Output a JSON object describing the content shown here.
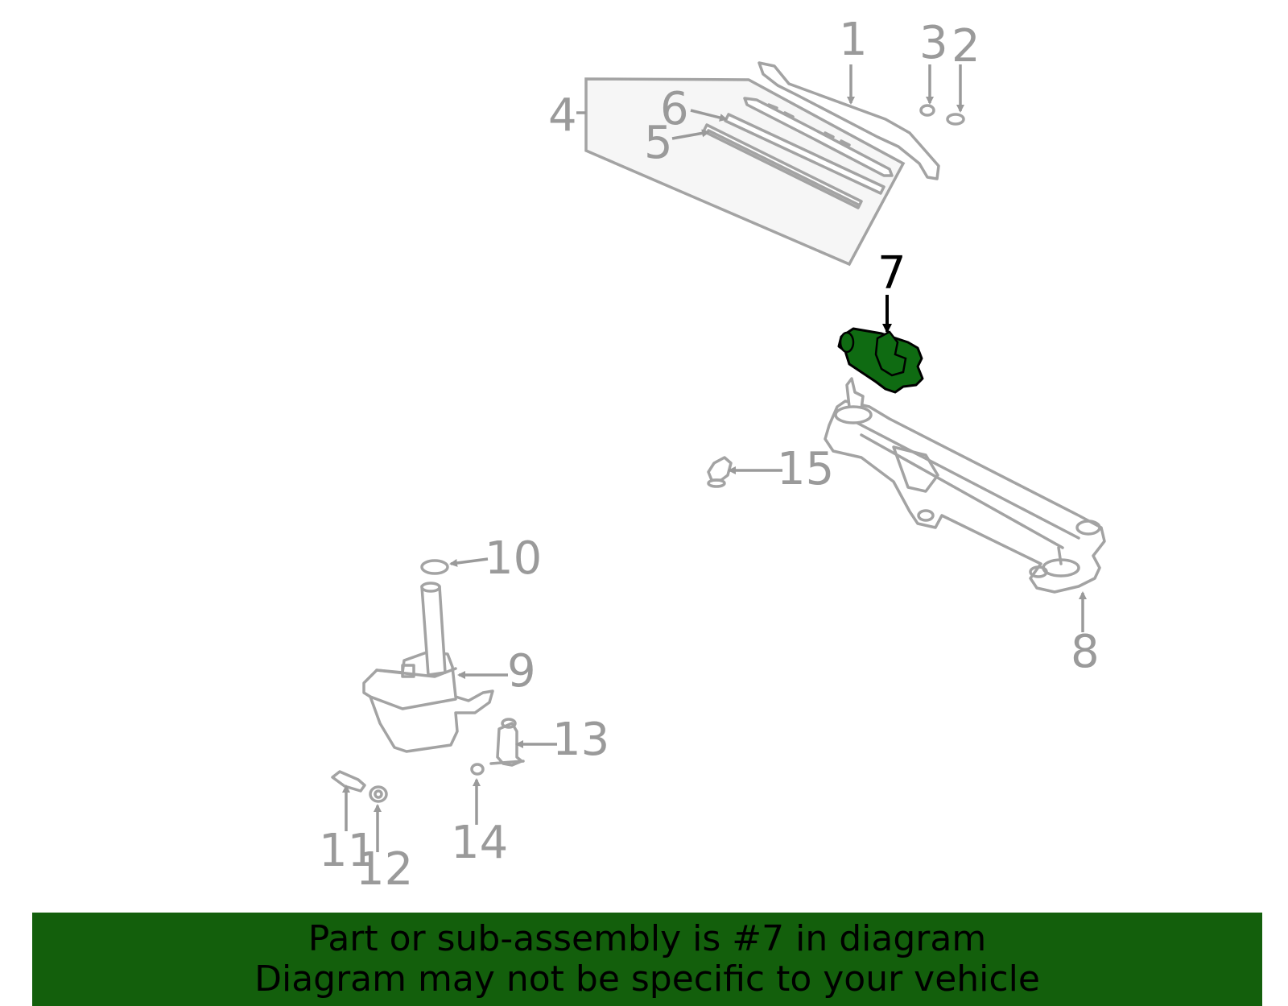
{
  "callouts": {
    "c1": "1",
    "c2": "2",
    "c3": "3",
    "c4": "4",
    "c5": "5",
    "c6": "6",
    "c7": "7",
    "c8": "8",
    "c9": "9",
    "c10": "10",
    "c11": "11",
    "c12": "12",
    "c13": "13",
    "c14": "14",
    "c15": "15"
  },
  "highlighted_part": "7",
  "colors": {
    "highlight_part": "#0f6b12",
    "banner_background": "#135f0c",
    "part_outline": "#a3a3a3",
    "label_gray": "#9a9a9a"
  },
  "banner": {
    "line1": "Part or sub-assembly is #7 in diagram",
    "line2": "Diagram may not be specific to your vehicle"
  }
}
